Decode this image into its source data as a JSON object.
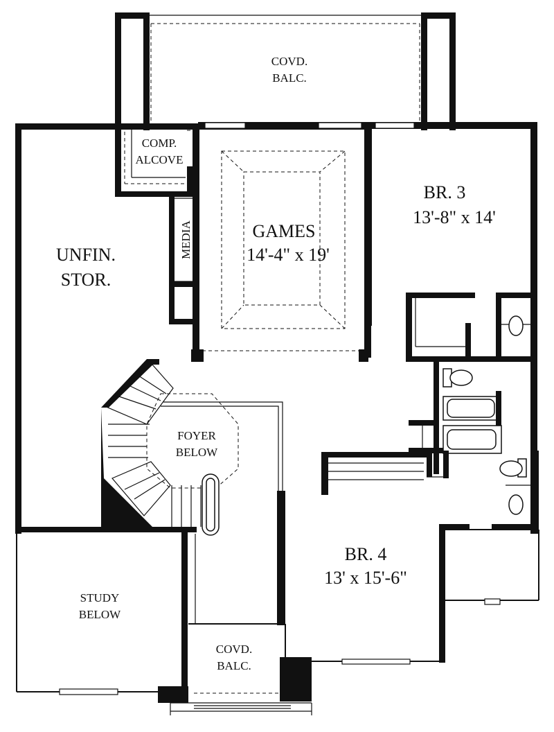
{
  "rooms": {
    "covd_balc_top": {
      "line1": "COVD.",
      "line2": "BALC."
    },
    "comp_alcove": {
      "line1": "COMP.",
      "line2": "ALCOVE"
    },
    "media": "MEDIA",
    "games": {
      "name": "GAMES",
      "size": "14'-4\" x 19'"
    },
    "br3": {
      "name": "BR. 3",
      "size": "13'-8\" x 14'"
    },
    "unfin_stor": {
      "line1": "UNFIN.",
      "line2": "STOR."
    },
    "foyer_below": {
      "line1": "FOYER",
      "line2": "BELOW"
    },
    "br4": {
      "name": "BR. 4",
      "size": "13' x 15'-6\""
    },
    "study_below": {
      "line1": "STUDY",
      "line2": "BELOW"
    },
    "covd_balc_bottom": {
      "line1": "COVD.",
      "line2": "BALC."
    }
  }
}
